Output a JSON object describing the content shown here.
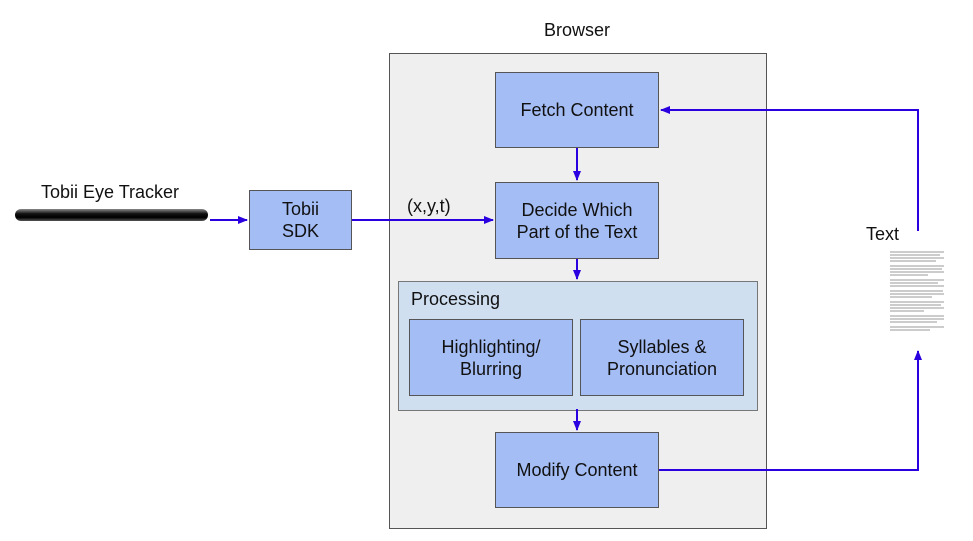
{
  "labels": {
    "browser": "Browser",
    "tracker": "Tobii Eye Tracker",
    "coords": "(x,y,t)",
    "text": "Text",
    "processing": "Processing"
  },
  "boxes": {
    "sdk": "Tobii\nSDK",
    "fetch": "Fetch Content",
    "decide": "Decide Which\nPart of the Text",
    "highlight": "Highlighting/\nBlurring",
    "syllables": "Syllables &\nPronunciation",
    "modify": "Modify Content"
  },
  "colors": {
    "arrow": "#2a00e0",
    "box_fill": "#a4bdf4",
    "browser_fill": "#efefef",
    "processing_fill": "#cfdff0"
  },
  "icons": {
    "tracker": "eye-tracker-device-icon",
    "text_document": "text-document-icon"
  }
}
